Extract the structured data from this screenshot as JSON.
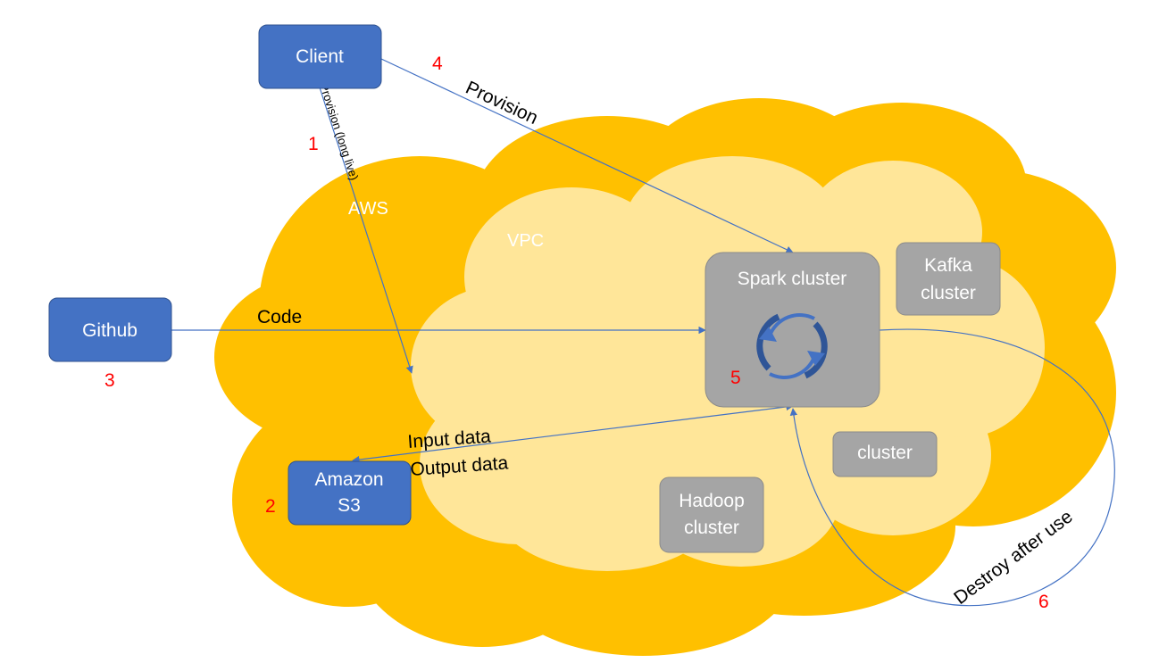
{
  "colors": {
    "outer_cloud": "#ffc000",
    "outer_cloud_stroke": "#c9a227",
    "inner_cloud": "#ffe699",
    "inner_cloud_stroke": "#e0b84a",
    "blue_box": "#4472c4",
    "blue_box_stroke": "#2f528f",
    "gray_box": "#a5a5a5",
    "gray_box_stroke": "#8a8a8a",
    "arrow": "#4472c4",
    "step_number": "#ff0000"
  },
  "clouds": {
    "outer_label": "AWS",
    "inner_label": "VPC"
  },
  "nodes": {
    "client": "Client",
    "github": "Github",
    "s3_line1": "Amazon",
    "s3_line2": "S3",
    "spark": "Spark cluster",
    "kafka_line1": "Kafka",
    "kafka_line2": "cluster",
    "cluster": "cluster",
    "hadoop_line1": "Hadoop",
    "hadoop_line2": "cluster"
  },
  "edges": {
    "client_to_vpc": "Provision (long live)",
    "client_to_spark": "Provision",
    "github_to_spark": "Code",
    "spark_s3_in": "Input data",
    "spark_s3_out": "Output data",
    "destroy": "Destroy after use"
  },
  "steps": {
    "s1": "1",
    "s2": "2",
    "s3": "3",
    "s4": "4",
    "s5": "5",
    "s6": "6"
  },
  "icons": {
    "spark_icon": "refresh-cycle-icon"
  }
}
